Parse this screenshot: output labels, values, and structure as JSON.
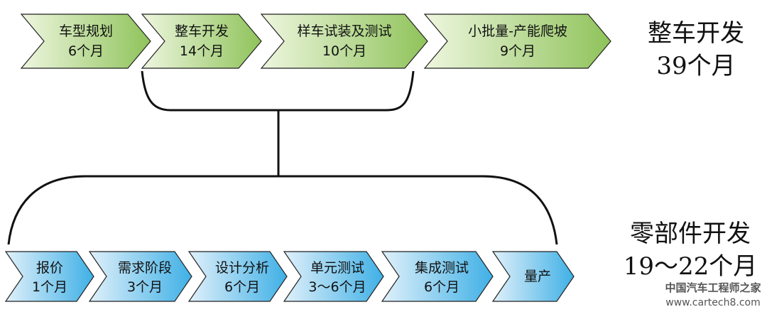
{
  "vehicle": {
    "stages": [
      {
        "name": "车型规划",
        "duration": "6个月"
      },
      {
        "name": "整车开发",
        "duration": "14个月"
      },
      {
        "name": "样车试装及测试",
        "duration": "10个月"
      },
      {
        "name": "小批量-产能爬坡",
        "duration": "9个月"
      }
    ],
    "label_line1": "整车开发",
    "label_line2": "39个月"
  },
  "parts": {
    "stages": [
      {
        "name": "报价",
        "duration": "1个月"
      },
      {
        "name": "需求阶段",
        "duration": "3个月"
      },
      {
        "name": "设计分析",
        "duration": "6个月"
      },
      {
        "name": "单元测试",
        "duration": "3～6个月"
      },
      {
        "name": "集成测试",
        "duration": "6个月"
      },
      {
        "name": "量产",
        "duration": ""
      }
    ],
    "label_line1": "零部件开发",
    "label_line2": "19～22个月"
  },
  "watermark": {
    "line1": "中国汽车工程师之家",
    "line2": "www.cartech8.com"
  },
  "colors": {
    "green_light": "#eef6df",
    "green_dark": "#8fc35a",
    "blue_light": "#e0f0fa",
    "blue_dark": "#3fb0e6"
  }
}
